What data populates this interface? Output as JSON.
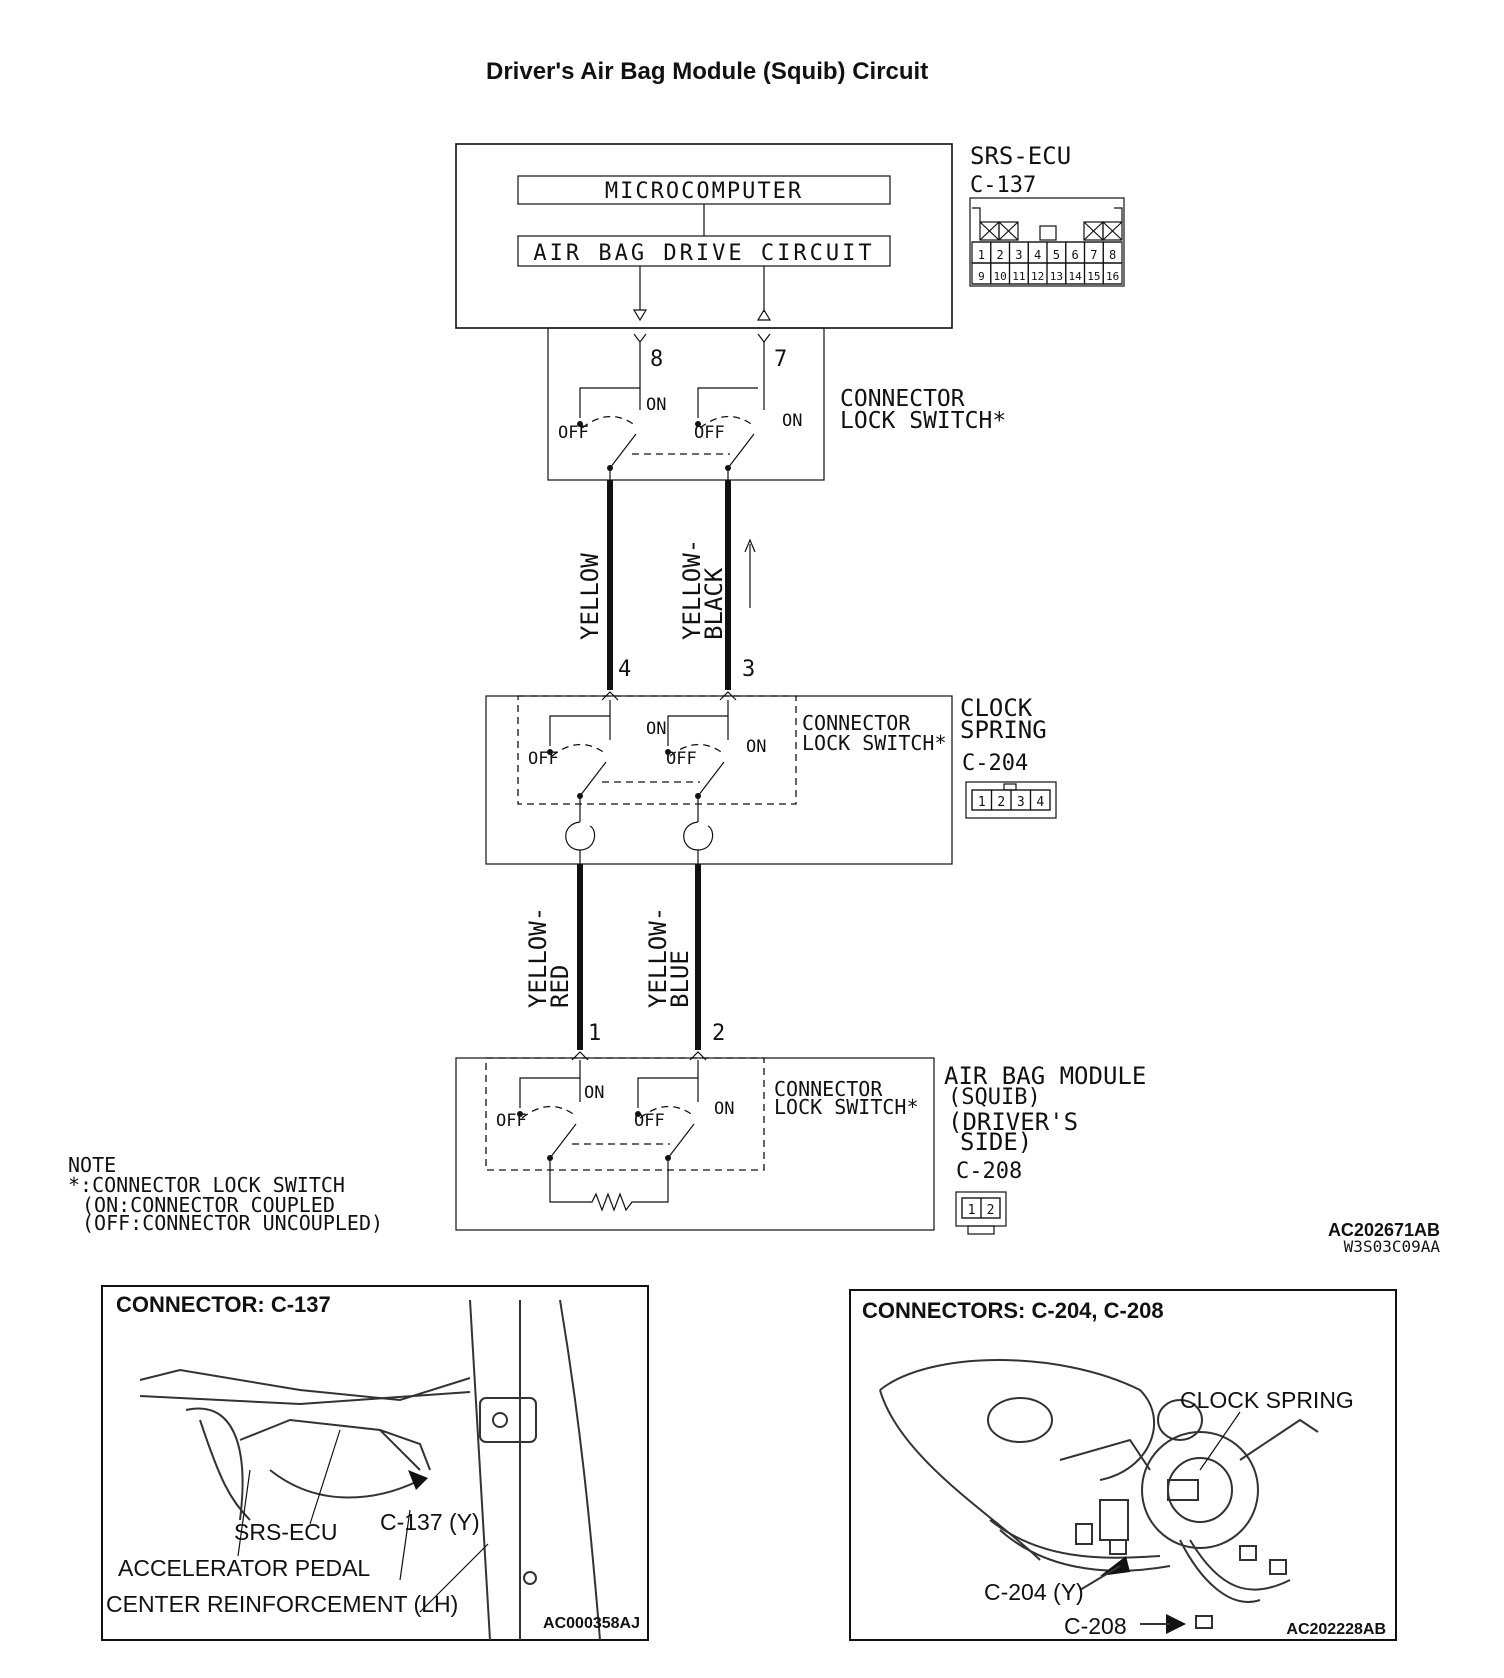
{
  "title": "Driver's Air Bag Module (Squib) Circuit",
  "srs_ecu": {
    "name": "SRS-ECU",
    "connector": "C-137",
    "microcomputer": "MICROCOMPUTER",
    "drive_circuit": "AIR BAG DRIVE CIRCUIT",
    "pins_top": [
      "1",
      "2",
      "3",
      "4",
      "5",
      "6",
      "7",
      "8"
    ],
    "pins_bottom": [
      "9",
      "10",
      "11",
      "12",
      "13",
      "14",
      "15",
      "16"
    ]
  },
  "terminals": {
    "t8": "8",
    "t7": "7",
    "t4": "4",
    "t3": "3",
    "t1": "1",
    "t2": "2"
  },
  "switch": {
    "on": "ON",
    "off": "OFF",
    "label_line1": "CONNECTOR",
    "label_line2": "LOCK SWITCH*"
  },
  "wires": {
    "upper_left": "YELLOW",
    "upper_right_line1": "YELLOW-",
    "upper_right_line2": "BLACK",
    "lower_left_line1": "YELLOW-",
    "lower_left_line2": "RED",
    "lower_right_line1": "YELLOW-",
    "lower_right_line2": "BLUE"
  },
  "clock_spring": {
    "line1": "CLOCK",
    "line2": "SPRING",
    "connector": "C-204",
    "pins": [
      "1",
      "2",
      "3",
      "4"
    ]
  },
  "air_bag_module": {
    "line1": "AIR BAG MODULE",
    "line2": "(SQUIB)",
    "line3": "(DRIVER'S",
    "line4": "SIDE)",
    "connector": "C-208",
    "pins": [
      "1",
      "2"
    ]
  },
  "note": {
    "line1": "NOTE",
    "line2": "*:CONNECTOR LOCK SWITCH",
    "line3": "(ON:CONNECTOR COUPLED",
    "line4": "(OFF:CONNECTOR UNCOUPLED)"
  },
  "codes": {
    "diagram_code": "AC202671AB",
    "sub_code": "W3S03C09AA"
  },
  "panel_left": {
    "title": "CONNECTOR: C-137",
    "label_ecu": "SRS-ECU",
    "label_conn": "C-137 (Y)",
    "label_pedal": "ACCELERATOR PEDAL",
    "label_reinf": "CENTER REINFORCEMENT (LH)",
    "code": "AC000358AJ"
  },
  "panel_right": {
    "title": "CONNECTORS: C-204, C-208",
    "label_spring": "CLOCK SPRING",
    "label_c204": "C-204 (Y)",
    "label_c208": "C-208",
    "code": "AC202228AB"
  }
}
